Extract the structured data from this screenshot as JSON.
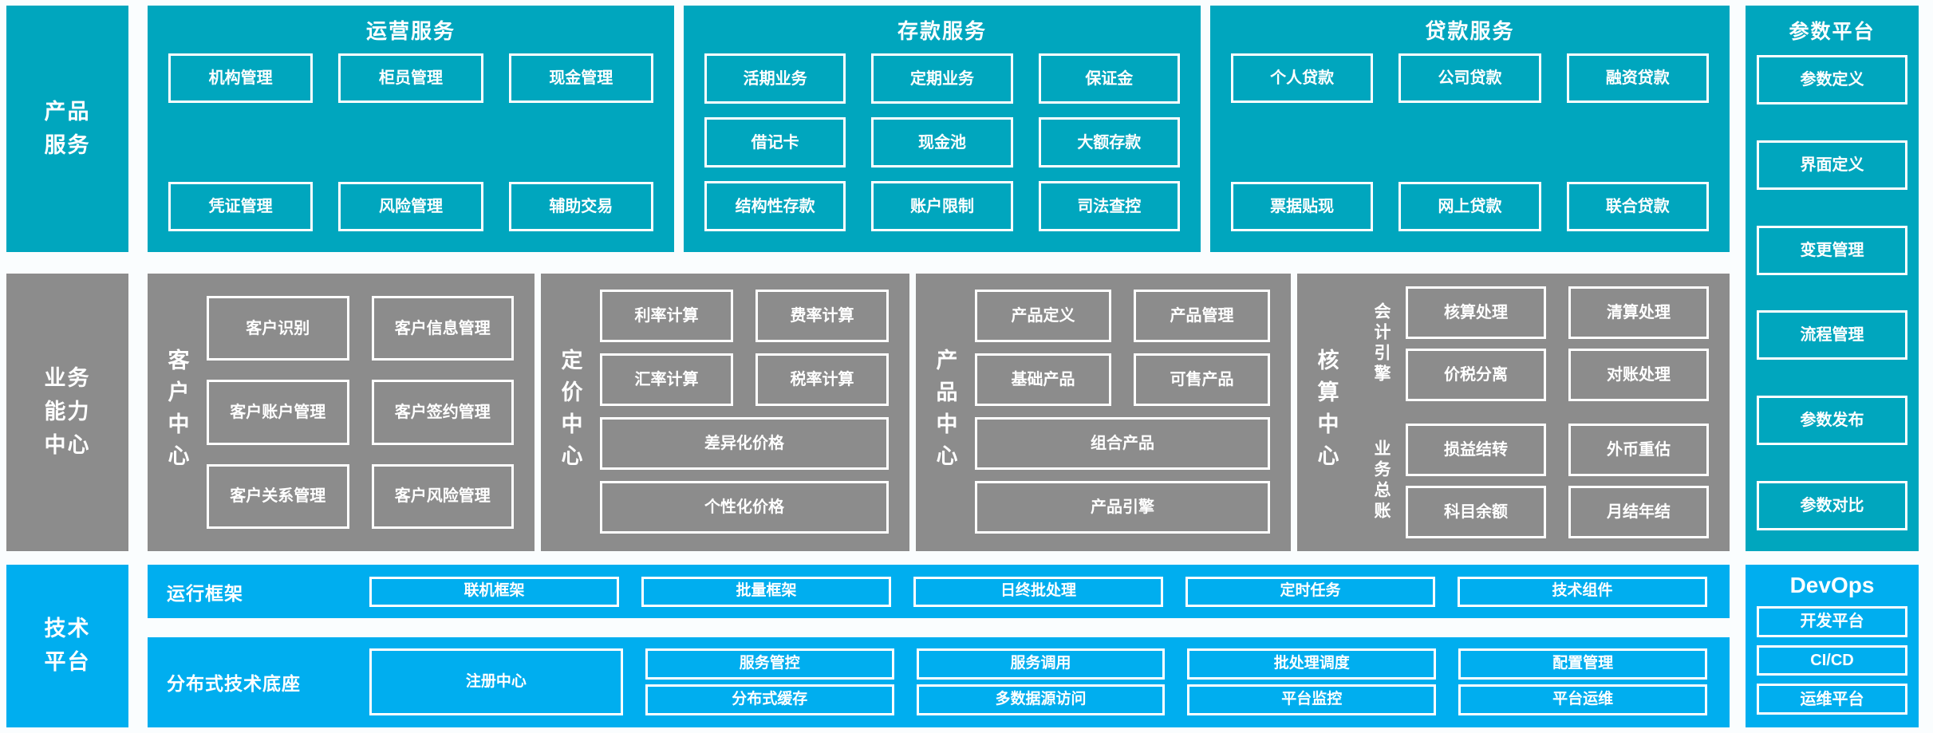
{
  "palette": {
    "teal": "#00A6BE",
    "gray": "#8C8C8C",
    "blue": "#00AEEF",
    "text": "#FFFFFF",
    "bg": "#FAFDFE"
  },
  "side_labels": {
    "product": "产品\n服务",
    "capability": "业务\n能力\n中心",
    "tech": "技术\n平台"
  },
  "top_sections": [
    {
      "title": "运营服务",
      "items": [
        "机构管理",
        "柜员管理",
        "现金管理",
        "凭证管理",
        "风险管理",
        "辅助交易"
      ]
    },
    {
      "title": "存款服务",
      "items": [
        "活期业务",
        "定期业务",
        "保证金",
        "借记卡",
        "现金池",
        "大额存款",
        "结构性存款",
        "账户限制",
        "司法查控"
      ]
    },
    {
      "title": "贷款服务",
      "items": [
        "个人贷款",
        "公司贷款",
        "融资贷款",
        "票据贴现",
        "网上贷款",
        "联合贷款"
      ]
    }
  ],
  "param_platform": {
    "title": "参数平台",
    "items": [
      "参数定义",
      "界面定义",
      "变更管理",
      "流程管理",
      "参数发布",
      "参数对比"
    ]
  },
  "centers": [
    {
      "label": "客户中心",
      "items": [
        "客户识别",
        "客户信息管理",
        "客户账户管理",
        "客户签约管理",
        "客户关系管理",
        "客户风险管理"
      ]
    },
    {
      "label": "定价中心",
      "items": [
        "利率计算",
        "费率计算",
        "汇率计算",
        "税率计算"
      ],
      "wide": [
        "差异化价格",
        "个性化价格"
      ]
    },
    {
      "label": "产品中心",
      "items": [
        "产品定义",
        "产品管理",
        "基础产品",
        "可售产品"
      ],
      "wide": [
        "组合产品",
        "产品引擎"
      ]
    },
    {
      "label": "核算中心",
      "subgroups": [
        {
          "label": "会计引擎",
          "items": [
            "核算处理",
            "清算处理",
            "价税分离",
            "对账处理"
          ]
        },
        {
          "label": "业务总账",
          "items": [
            "损益结转",
            "外币重估",
            "科目余额",
            "月结年结"
          ]
        }
      ]
    }
  ],
  "runtime_framework": {
    "label": "运行框架",
    "items": [
      "联机框架",
      "批量框架",
      "日终批处理",
      "定时任务",
      "技术组件"
    ]
  },
  "distributed_base": {
    "label": "分布式技术底座",
    "registry": "注册中心",
    "columns": [
      [
        "服务管控",
        "分布式缓存"
      ],
      [
        "服务调用",
        "多数据源访问"
      ],
      [
        "批处理调度",
        "平台监控"
      ],
      [
        "配置管理",
        "平台运维"
      ]
    ]
  },
  "devops": {
    "title": "DevOps",
    "items": [
      "开发平台",
      "CI/CD",
      "运维平台"
    ]
  }
}
